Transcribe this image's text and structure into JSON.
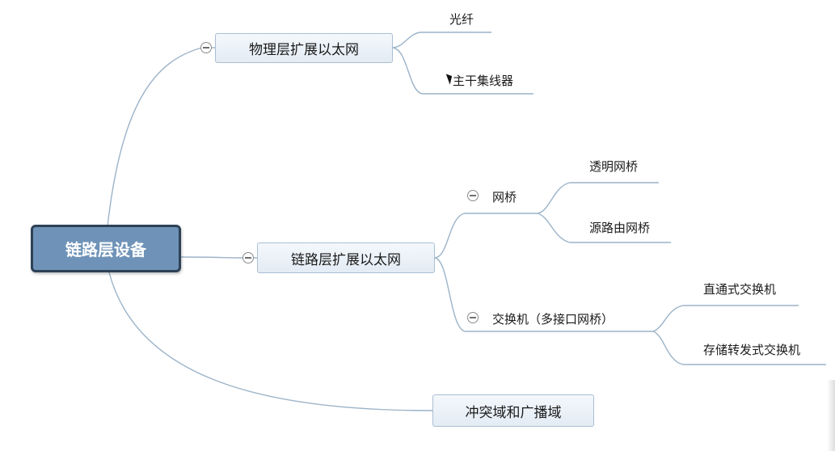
{
  "root": {
    "label": "链路层设备"
  },
  "branches": {
    "physical": {
      "label": "物理层扩展以太网",
      "children": [
        "光纤",
        "主干集线器"
      ]
    },
    "link": {
      "label": "链路层扩展以太网",
      "bridge": {
        "label": "网桥",
        "children": [
          "透明网桥",
          "源路由网桥"
        ]
      },
      "switch": {
        "label": "交换机（多接口网桥）",
        "children": [
          "直通式交换机",
          "存储转发式交换机"
        ]
      }
    },
    "domain": {
      "label": "冲突域和广播域"
    }
  },
  "colors": {
    "root_fill": "#6f93b8",
    "root_border": "#2e4257",
    "connector": "#9bb3c8",
    "node_border": "#a9bed3"
  }
}
